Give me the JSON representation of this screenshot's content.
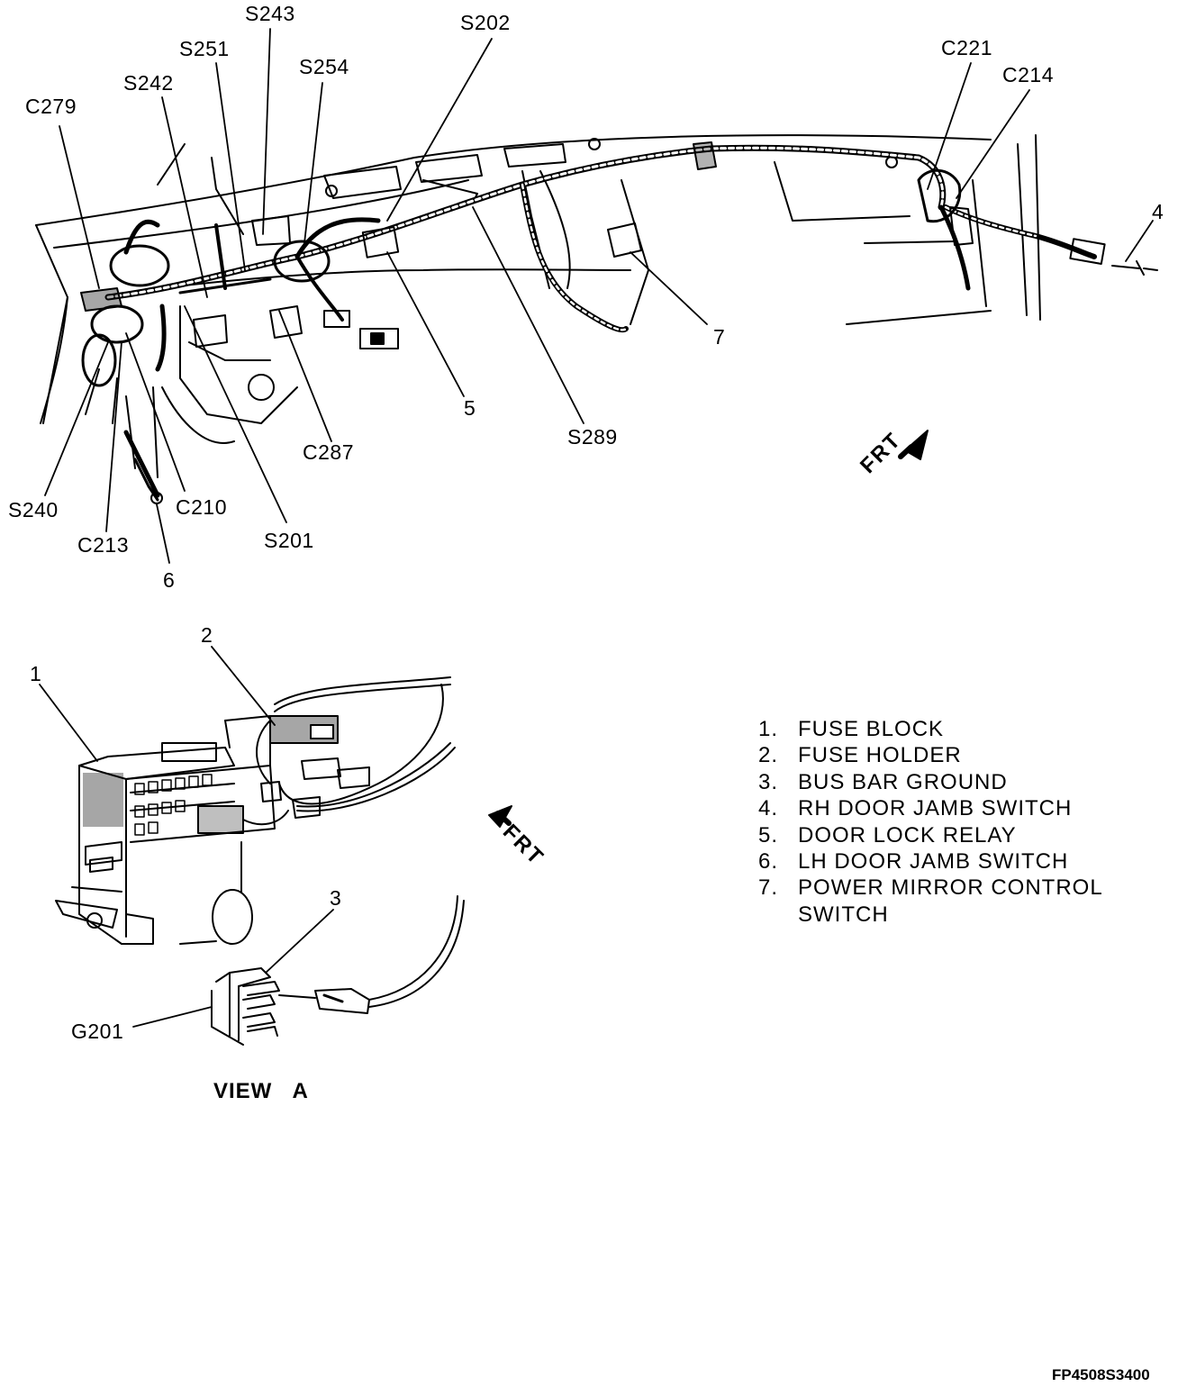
{
  "callouts": {
    "S243": "S243",
    "S202": "S202",
    "S251": "S251",
    "S254": "S254",
    "S242": "S242",
    "C279": "C279",
    "C221": "C221",
    "C214": "C214",
    "n4": "4",
    "n7": "7",
    "n5": "5",
    "S289": "S289",
    "C287": "C287",
    "S240": "S240",
    "C210": "C210",
    "C213": "C213",
    "S201": "S201",
    "n6": "6",
    "n1": "1",
    "n2": "2",
    "n3": "3",
    "G201": "G201"
  },
  "frt_top": "FRT",
  "frt_view": "FRT",
  "legend": [
    {
      "num": "1.",
      "text": "FUSE BLOCK"
    },
    {
      "num": "2.",
      "text": "FUSE HOLDER"
    },
    {
      "num": "3.",
      "text": "BUS BAR GROUND"
    },
    {
      "num": "4.",
      "text": "RH DOOR JAMB SWITCH"
    },
    {
      "num": "5.",
      "text": "DOOR LOCK RELAY"
    },
    {
      "num": "6.",
      "text": "LH DOOR JAMB SWITCH"
    },
    {
      "num": "7.",
      "text": "POWER MIRROR CONTROL"
    }
  ],
  "legend_continuation": "SWITCH",
  "view_title": "VIEW   A",
  "figure_code": "FP4508S3400"
}
